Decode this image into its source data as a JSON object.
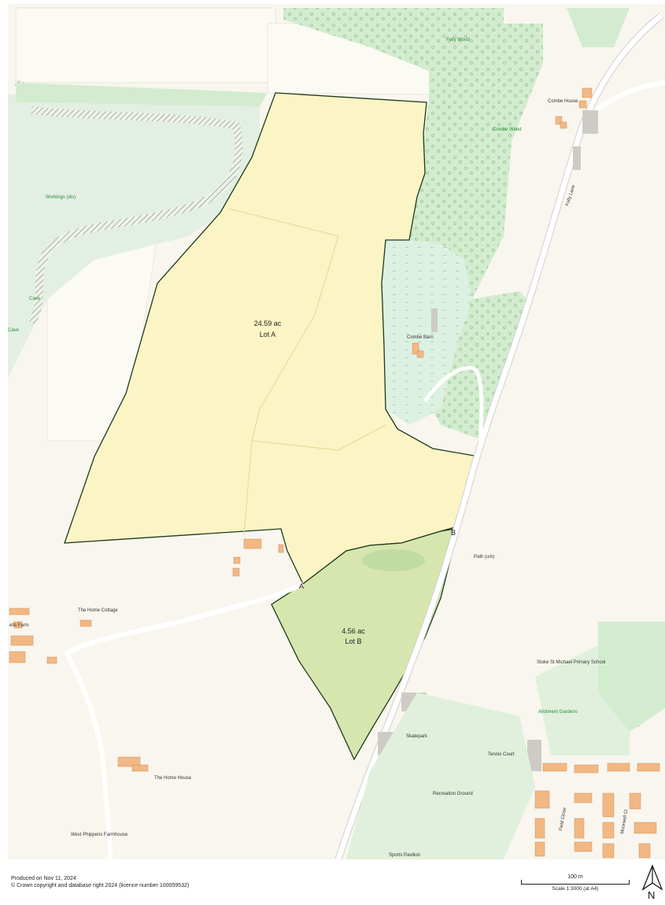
{
  "map": {
    "lots": [
      {
        "id": "A",
        "area": "24.59 ac",
        "name": "Lot A",
        "fill": "#fbf4c4"
      },
      {
        "id": "B",
        "area": "4.56 ac",
        "name": "Lot B",
        "fill": "#d6e6ae"
      }
    ],
    "points": [
      "A",
      "B"
    ],
    "labels": {
      "folly_wood": "Folly Wood",
      "combe_house": "Combe House",
      "combe_wood": "Combe Wood",
      "workings": "Workings (dis)",
      "cave1": "Cave",
      "cave2": "Cave",
      "folly_lane": "Folly Lane",
      "combe_barn": "Combe Barn",
      "path": "Path (um)",
      "home_cottage": "The Home Cottage",
      "ells_farm": "ells Farm",
      "stoke_school": "Stoke St Michael Primary School",
      "allotment": "Allotment Gardens",
      "skatepark": "Skatepark",
      "tennis": "Tennis Court",
      "recreation": "Recreation Ground",
      "home_house": "The Home House",
      "west_phippens": "West Phippens Farmhouse",
      "sports_pavilion": "Sports Pavilion",
      "field_close": "Field Close",
      "moorwell": "Moorwell Cl"
    },
    "colors": {
      "background": "#f8f6ee",
      "woodland": "#d7efd3",
      "lot_a": "#fbf4c4",
      "lot_b": "#d6e6ae",
      "boundary": "#1e3a1c",
      "building": "#f2b884",
      "road": "#ffffff"
    }
  },
  "footer": {
    "produced": "Produced on Nov 11, 2024",
    "copyright": "© Crown copyright and database right 2024 (licence number 100059532)"
  },
  "scale": {
    "distance": "100 m",
    "ratio": "Scale 1:3000 (at A4)"
  },
  "north_label": "N"
}
